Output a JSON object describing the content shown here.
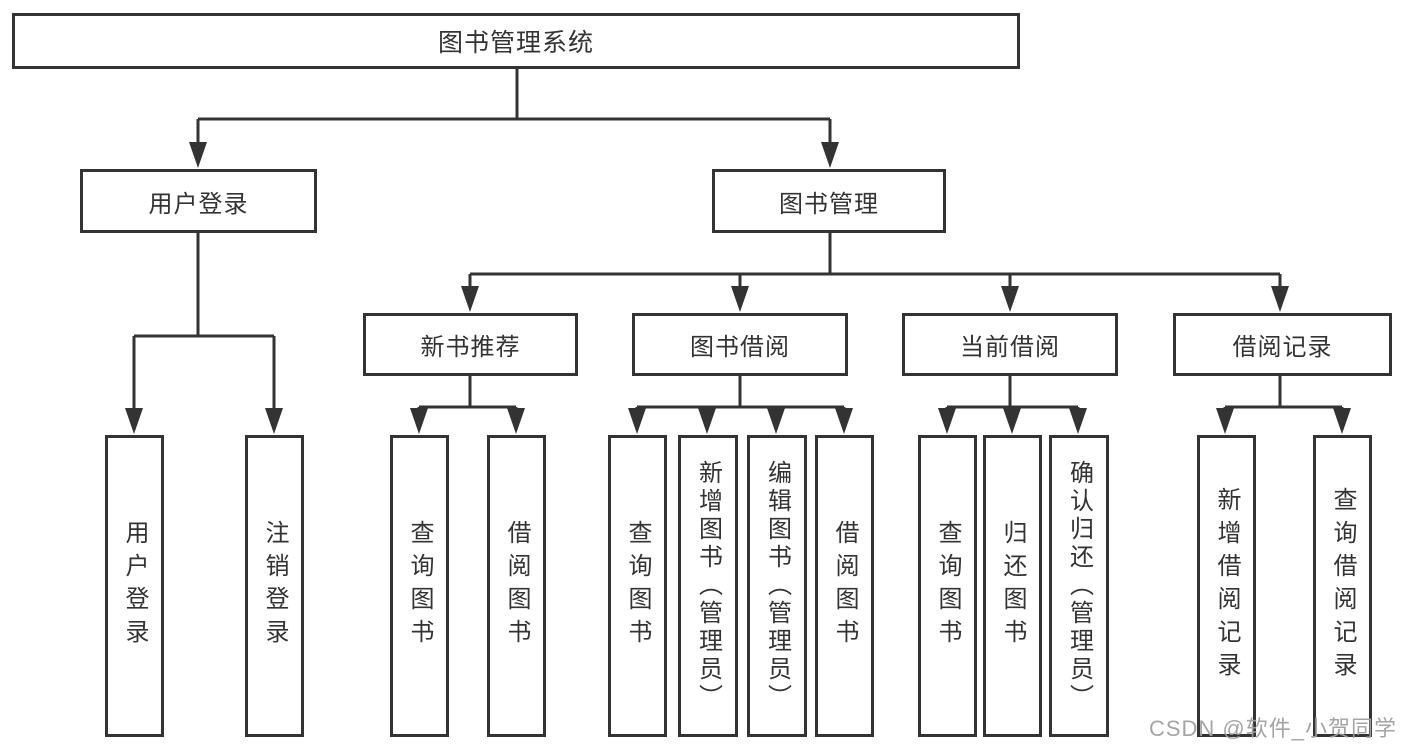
{
  "diagram": {
    "title": "图书管理系统",
    "nodes": {
      "root": {
        "label": "图书管理系统"
      },
      "user_login": {
        "label": "用户登录"
      },
      "book_management": {
        "label": "图书管理"
      },
      "new_book_recommend": {
        "label": "新书推荐"
      },
      "book_borrow": {
        "label": "图书借阅"
      },
      "current_borrow": {
        "label": "当前借阅"
      },
      "borrow_records": {
        "label": "借阅记录"
      },
      "leaf_user_login": {
        "label": "用户登录"
      },
      "leaf_logout": {
        "label": "注销登录"
      },
      "nbr_query_books": {
        "label": "查询图书"
      },
      "nbr_borrow_books": {
        "label": "借阅图书"
      },
      "bb_query_books": {
        "label": "查询图书"
      },
      "bb_add_books": {
        "label": "新增图书（管理员）"
      },
      "bb_edit_books": {
        "label": "编辑图书（管理员）"
      },
      "bb_borrow_books": {
        "label": "借阅图书"
      },
      "cb_query_books": {
        "label": "查询图书"
      },
      "cb_return_books": {
        "label": "归还图书"
      },
      "cb_confirm_return": {
        "label": "确认归还（管理员）"
      },
      "br_add_record": {
        "label": "新增借阅记录"
      },
      "br_query_record": {
        "label": "查询借阅记录"
      }
    },
    "edges": [
      [
        "root",
        "user_login"
      ],
      [
        "root",
        "book_management"
      ],
      [
        "user_login",
        "leaf_user_login"
      ],
      [
        "user_login",
        "leaf_logout"
      ],
      [
        "book_management",
        "new_book_recommend"
      ],
      [
        "book_management",
        "book_borrow"
      ],
      [
        "book_management",
        "current_borrow"
      ],
      [
        "book_management",
        "borrow_records"
      ],
      [
        "new_book_recommend",
        "nbr_query_books"
      ],
      [
        "new_book_recommend",
        "nbr_borrow_books"
      ],
      [
        "book_borrow",
        "bb_query_books"
      ],
      [
        "book_borrow",
        "bb_add_books"
      ],
      [
        "book_borrow",
        "bb_edit_books"
      ],
      [
        "book_borrow",
        "bb_borrow_books"
      ],
      [
        "current_borrow",
        "cb_query_books"
      ],
      [
        "current_borrow",
        "cb_return_books"
      ],
      [
        "current_borrow",
        "cb_confirm_return"
      ],
      [
        "borrow_records",
        "br_add_record"
      ],
      [
        "borrow_records",
        "br_query_record"
      ]
    ],
    "colors": {
      "line": "#333333",
      "box_border": "#333333",
      "text": "#333333",
      "watermark": "#a0a0a0",
      "background": "#ffffff"
    }
  },
  "watermark": {
    "text": "CSDN @软件_小贺同学"
  }
}
